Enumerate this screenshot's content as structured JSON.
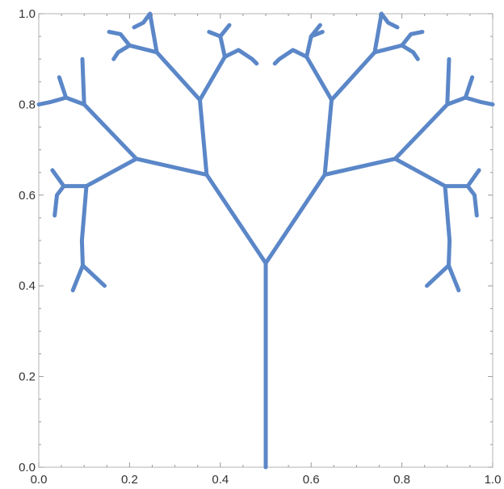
{
  "chart_data": {
    "type": "line",
    "title": "",
    "xlabel": "",
    "ylabel": "",
    "xlim": [
      0,
      1
    ],
    "ylim": [
      0,
      1
    ],
    "grid": false,
    "legend": "none",
    "x_ticks": [
      "0.0",
      "0.2",
      "0.4",
      "0.6",
      "0.8",
      "1.0"
    ],
    "y_ticks": [
      "0.0",
      "0.2",
      "0.4",
      "0.6",
      "0.8",
      "1.0"
    ],
    "colors": {
      "line": "#5b87c8",
      "frame": "#b3b3b3",
      "text": "#333333"
    },
    "series": [
      {
        "values": [
          [
            0.5,
            0.0
          ],
          [
            0.5,
            0.45
          ]
        ]
      },
      {
        "values": [
          [
            0.5,
            0.45
          ],
          [
            0.37,
            0.645
          ],
          [
            0.355,
            0.81
          ],
          [
            0.26,
            0.915
          ],
          [
            0.245,
            1.0
          ]
        ]
      },
      {
        "values": [
          [
            0.5,
            0.45
          ],
          [
            0.63,
            0.645
          ],
          [
            0.645,
            0.81
          ],
          [
            0.74,
            0.915
          ],
          [
            0.755,
            1.0
          ]
        ]
      },
      {
        "values": [
          [
            0.37,
            0.645
          ],
          [
            0.215,
            0.68
          ],
          [
            0.1,
            0.8
          ],
          [
            0.096,
            0.9
          ]
        ]
      },
      {
        "values": [
          [
            0.63,
            0.645
          ],
          [
            0.785,
            0.68
          ],
          [
            0.9,
            0.8
          ],
          [
            0.904,
            0.9
          ]
        ]
      },
      {
        "values": [
          [
            0.215,
            0.68
          ],
          [
            0.105,
            0.62
          ],
          [
            0.095,
            0.5
          ],
          [
            0.097,
            0.445
          ],
          [
            0.145,
            0.4
          ]
        ]
      },
      {
        "values": [
          [
            0.785,
            0.68
          ],
          [
            0.895,
            0.62
          ],
          [
            0.905,
            0.5
          ],
          [
            0.903,
            0.445
          ],
          [
            0.855,
            0.4
          ]
        ]
      },
      {
        "values": [
          [
            0.097,
            0.445
          ],
          [
            0.075,
            0.39
          ]
        ]
      },
      {
        "values": [
          [
            0.903,
            0.445
          ],
          [
            0.925,
            0.39
          ]
        ]
      },
      {
        "values": [
          [
            0.105,
            0.62
          ],
          [
            0.055,
            0.62
          ],
          [
            0.04,
            0.6
          ],
          [
            0.035,
            0.555
          ]
        ]
      },
      {
        "values": [
          [
            0.895,
            0.62
          ],
          [
            0.945,
            0.62
          ],
          [
            0.96,
            0.6
          ],
          [
            0.965,
            0.555
          ]
        ]
      },
      {
        "values": [
          [
            0.055,
            0.62
          ],
          [
            0.03,
            0.655
          ]
        ]
      },
      {
        "values": [
          [
            0.945,
            0.62
          ],
          [
            0.97,
            0.655
          ]
        ]
      },
      {
        "values": [
          [
            0.1,
            0.8
          ],
          [
            0.06,
            0.815
          ],
          [
            0.025,
            0.805
          ],
          [
            0.0,
            0.8
          ]
        ]
      },
      {
        "values": [
          [
            0.9,
            0.8
          ],
          [
            0.94,
            0.815
          ],
          [
            0.975,
            0.805
          ],
          [
            1.0,
            0.8
          ]
        ]
      },
      {
        "values": [
          [
            0.06,
            0.815
          ],
          [
            0.045,
            0.86
          ]
        ]
      },
      {
        "values": [
          [
            0.94,
            0.815
          ],
          [
            0.955,
            0.86
          ]
        ]
      },
      {
        "values": [
          [
            0.355,
            0.81
          ],
          [
            0.41,
            0.905
          ],
          [
            0.4,
            0.95
          ],
          [
            0.375,
            0.96
          ]
        ]
      },
      {
        "values": [
          [
            0.645,
            0.81
          ],
          [
            0.59,
            0.905
          ],
          [
            0.6,
            0.95
          ],
          [
            0.625,
            0.96
          ]
        ]
      },
      {
        "values": [
          [
            0.41,
            0.905
          ],
          [
            0.44,
            0.92
          ],
          [
            0.47,
            0.9
          ],
          [
            0.48,
            0.89
          ]
        ]
      },
      {
        "values": [
          [
            0.59,
            0.905
          ],
          [
            0.56,
            0.92
          ],
          [
            0.53,
            0.9
          ],
          [
            0.52,
            0.89
          ]
        ]
      },
      {
        "values": [
          [
            0.4,
            0.95
          ],
          [
            0.42,
            0.975
          ]
        ]
      },
      {
        "values": [
          [
            0.6,
            0.95
          ],
          [
            0.62,
            0.975
          ]
        ]
      },
      {
        "values": [
          [
            0.26,
            0.915
          ],
          [
            0.2,
            0.93
          ],
          [
            0.175,
            0.915
          ],
          [
            0.165,
            0.9
          ]
        ]
      },
      {
        "values": [
          [
            0.74,
            0.915
          ],
          [
            0.8,
            0.93
          ],
          [
            0.825,
            0.915
          ],
          [
            0.835,
            0.9
          ]
        ]
      },
      {
        "values": [
          [
            0.2,
            0.93
          ],
          [
            0.18,
            0.955
          ],
          [
            0.155,
            0.96
          ]
        ]
      },
      {
        "values": [
          [
            0.8,
            0.93
          ],
          [
            0.82,
            0.955
          ],
          [
            0.845,
            0.96
          ]
        ]
      },
      {
        "values": [
          [
            0.245,
            1.0
          ],
          [
            0.23,
            0.98
          ],
          [
            0.21,
            0.97
          ]
        ]
      },
      {
        "values": [
          [
            0.755,
            1.0
          ],
          [
            0.77,
            0.98
          ],
          [
            0.79,
            0.97
          ]
        ]
      }
    ]
  }
}
